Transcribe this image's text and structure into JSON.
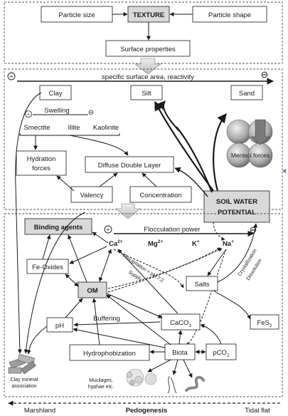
{
  "texture": {
    "particle_size": "Particle size",
    "title": "TEXTURE",
    "particle_shape": "Particle shape",
    "surface_properties": "Surface properties"
  },
  "surface": {
    "plus": "+",
    "minus": "⊖",
    "axis_label": "specific surface area, reactivity",
    "clay": "Clay",
    "silt": "Silt",
    "sand": "Sand"
  },
  "swelling": {
    "plus": "+",
    "label": "Swelling",
    "minus": "⊖",
    "smectite": "Smectite",
    "illite": "Illite",
    "kaolinite": "Kaolinite"
  },
  "forces": {
    "hydration_line1": "Hydration",
    "hydration_line2": "forces",
    "diffuse_double_layer": "Diffuse Double Layer",
    "valency": "Valency",
    "concentration": "Concentration",
    "menisci": "Menisci forces"
  },
  "soil_water_potential": {
    "line1": "SOIL WATER",
    "line2": "POTENTIAL"
  },
  "binding": {
    "binding_agents": "Binding agents",
    "flocculation_plus": "+",
    "flocculation_label": "Flocculation power",
    "flocculation_minus": "⊖",
    "ca_base": "Ca",
    "ca_charge": "2+",
    "mg_base": "Mg",
    "mg_charge": "2+",
    "k_base": "K",
    "k_charge": "+",
    "na_base": "Na",
    "na_charge": "+",
    "fe_oxides": "Fe-Oxides",
    "om": "OM",
    "precipitation": "Precipitation > pH 7.2",
    "supply": "Supply",
    "crystallization": "Crystallization",
    "dissolution": "Dissolution",
    "salts": "Salts",
    "ph": "pH",
    "buffering": "Buffering",
    "caco3_base": "CaCO",
    "caco3_sub": "3",
    "fes2_base": "FeS",
    "fes2_sub": "2",
    "hydrophobization": "Hydrophobization",
    "biota": "Biota",
    "pco2_prefix": "pCO",
    "pco2_sub": "2",
    "clay_association_line1": "Clay mineral",
    "clay_association_line2": "association",
    "mucilages_line1": "Mucilages,",
    "mucilages_line2": "hyphae etc."
  },
  "pedogenesis": {
    "marshland": "Marshland",
    "label": "Pedogenesis",
    "tidal_flat": "Tidal flat"
  }
}
